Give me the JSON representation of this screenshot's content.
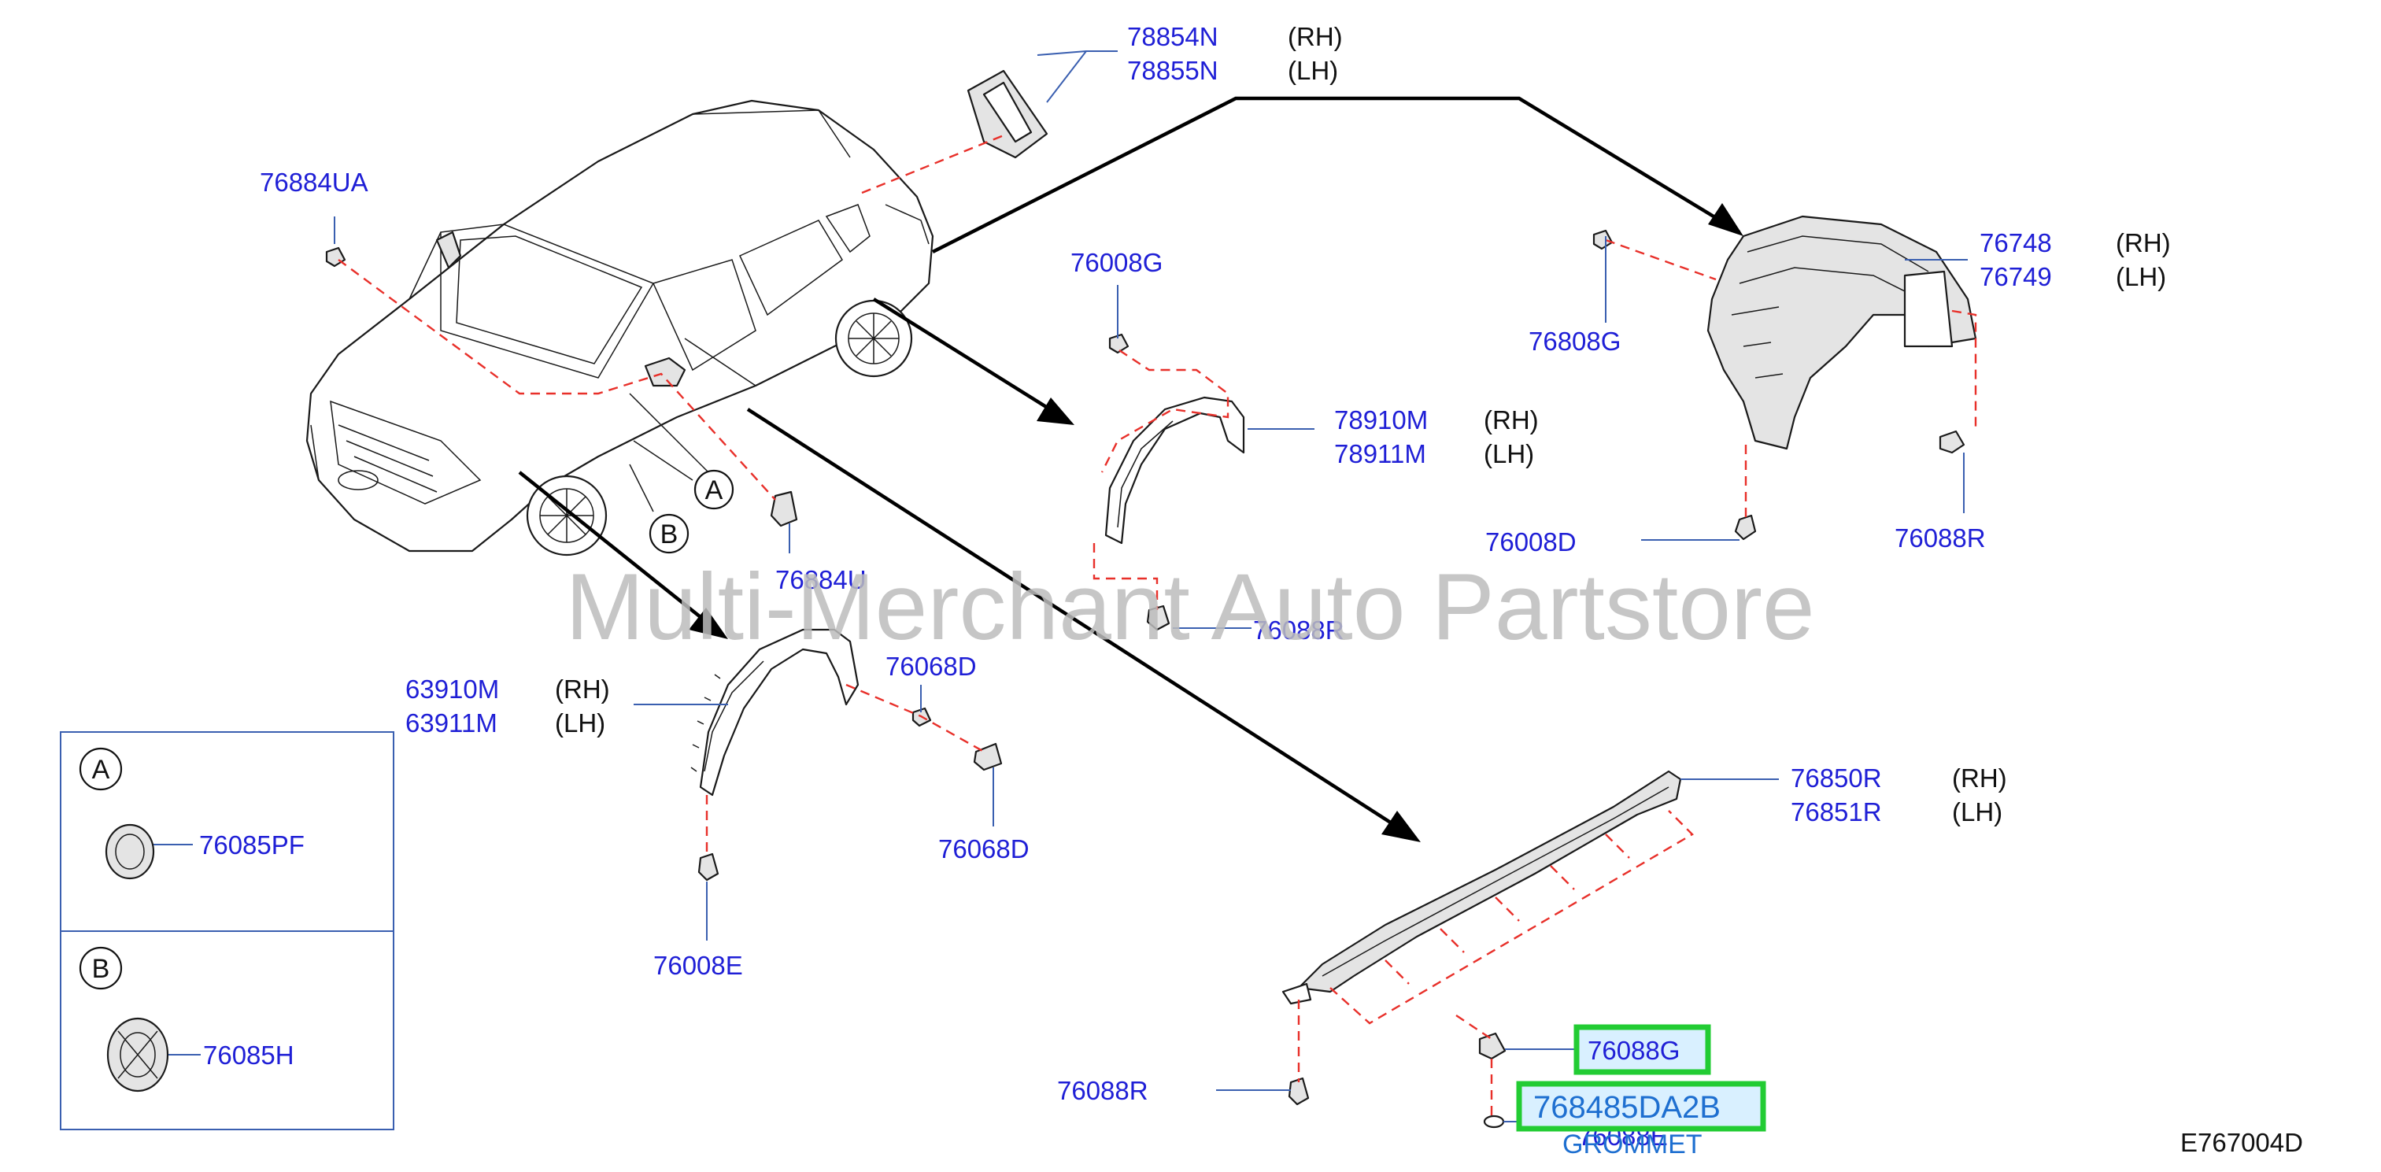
{
  "watermark": "Multi-Merchant Auto Partstore",
  "diagram_code": "E767004D",
  "labels": {
    "p78854N": "78854N",
    "p78855N": "78855N",
    "p76884UA": "76884UA",
    "p76008G": "76008G",
    "p76748": "76748",
    "p76749": "76749",
    "p76808G": "76808G",
    "p78910M": "78910M",
    "p78911M": "78911M",
    "p76008D": "76008D",
    "p76088R_top": "76088R",
    "p76884U": "76884U",
    "p76088R_mid": "76088R",
    "p63910M": "63910M",
    "p63911M": "63911M",
    "p76068D_a": "76068D",
    "p76068D_b": "76068D",
    "p76008E": "76008E",
    "p76850R": "76850R",
    "p76851R": "76851R",
    "p76085PF": "76085PF",
    "p76085H": "76085H",
    "p76088R_bot": "76088R",
    "p76088G": "76088G",
    "p76088E": "76088E"
  },
  "sides": {
    "rh": "(RH)",
    "lh": "(LH)"
  },
  "callouts": {
    "a": "A",
    "b": "B"
  },
  "highlight": {
    "part_number": "768485DA2B",
    "name": "GROMMET"
  }
}
